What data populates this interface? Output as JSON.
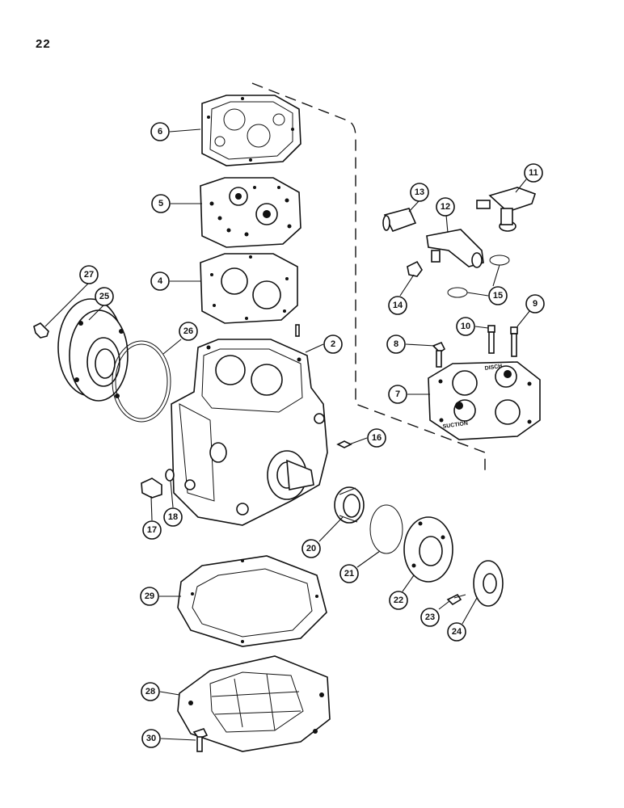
{
  "page": {
    "number": "22"
  },
  "colors": {
    "ink": "#111111",
    "paper": "#ffffff"
  },
  "stamped_text": {
    "suction": "SUCTION",
    "discharge": "DISCH"
  },
  "callouts": {
    "c2": "2",
    "c4": "4",
    "c5": "5",
    "c6": "6",
    "c7": "7",
    "c8": "8",
    "c9": "9",
    "c10": "10",
    "c11": "11",
    "c12": "12",
    "c13": "13",
    "c14": "14",
    "c15": "15",
    "c16": "16",
    "c17": "17",
    "c18": "18",
    "c20": "20",
    "c21": "21",
    "c22": "22",
    "c23": "23",
    "c24": "24",
    "c25": "25",
    "c26": "26",
    "c27": "27",
    "c28": "28",
    "c29": "29",
    "c30": "30"
  }
}
